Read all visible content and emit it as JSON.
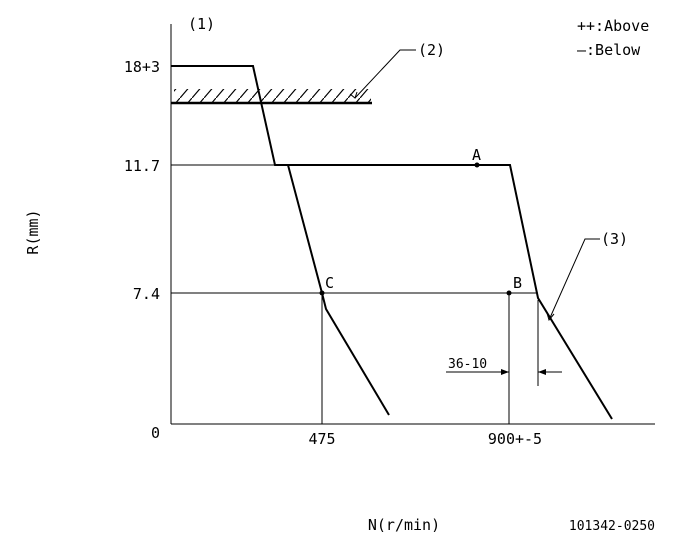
{
  "labels": {
    "fig1": "(1)",
    "fig2": "(2)",
    "fig3": "(3)",
    "legend_above": "++:Above",
    "legend_below": "—:Below",
    "y_axis": "R(mm)",
    "x_axis": "N(r/min)",
    "doc_id": "101342-0250"
  },
  "y_ticks": {
    "t18": "18+3",
    "t11": "11.7",
    "t7": "7.4",
    "t0": "0"
  },
  "x_ticks": {
    "t475": "475",
    "t900": "900+-5"
  },
  "points": {
    "a": "A",
    "b": "B",
    "c": "C"
  },
  "dimension": "36-10"
}
